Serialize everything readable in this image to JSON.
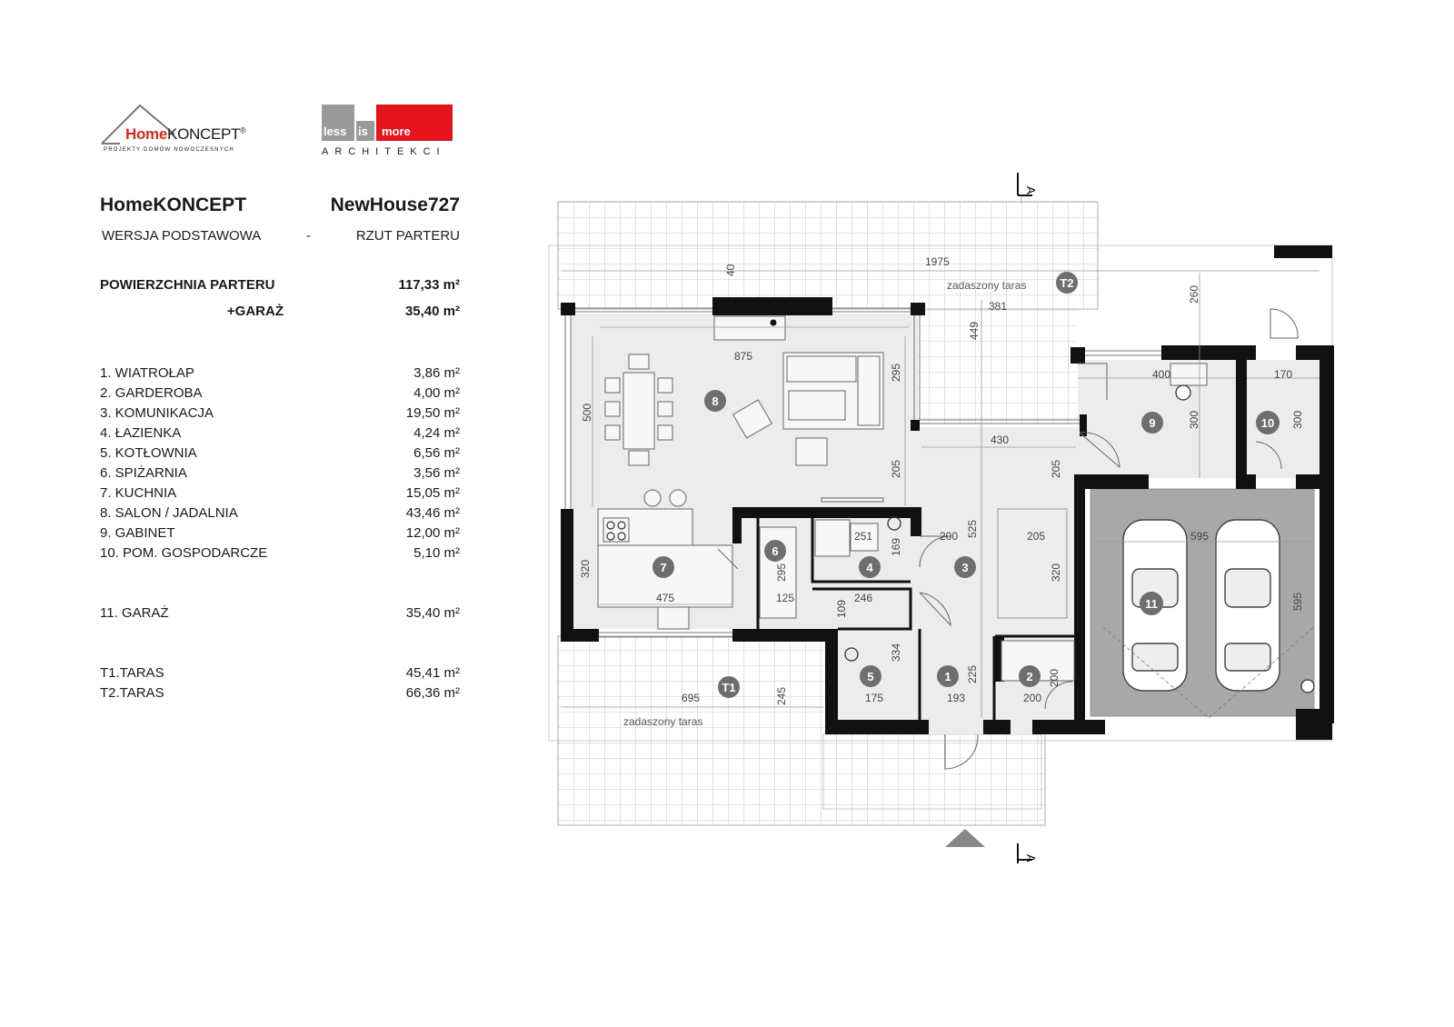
{
  "logos": {
    "homekoncept": {
      "brand_home": "Home",
      "brand_rest": "KONCEPT",
      "reg": "®",
      "tagline": "PROJEKTY DOMÓW NOWOCZESNYCH"
    },
    "lessismore": {
      "w1": "less",
      "w2": "is",
      "w3": "more",
      "sub": "ARCHITEKCI"
    }
  },
  "header": {
    "company": "HomeKONCEPT",
    "project": "NewHouse727",
    "version": "WERSJA  PODSTAWOWA",
    "dash": "-",
    "view": "RZUT PARTERU"
  },
  "surface": {
    "ground_label": "POWIERZCHNIA PARTERU",
    "ground_value": "117,33 m²",
    "garage_label": "+GARAŻ",
    "garage_value": "35,40 m²"
  },
  "rooms": [
    {
      "label": "1.   WIATROŁAP",
      "area": "3,86 m²"
    },
    {
      "label": "2.   GARDEROBA",
      "area": "4,00 m²"
    },
    {
      "label": "3.  KOMUNIKACJA",
      "area": "19,50 m²"
    },
    {
      "label": "4.  ŁAZIENKA",
      "area": "4,24 m²"
    },
    {
      "label": "5.  KOTŁOWNIA",
      "area": "6,56 m²"
    },
    {
      "label": "6.  SPIŻARNIA",
      "area": "3,56 m²"
    },
    {
      "label": "7.  KUCHNIA",
      "area": "15,05 m²"
    },
    {
      "label": "8.  SALON / JADALNIA",
      "area": "43,46 m²"
    },
    {
      "label": "9.  GABINET",
      "area": "12,00 m²"
    },
    {
      "label": "10. POM. GOSPODARCZE",
      "area": "5,10 m²"
    }
  ],
  "garage": {
    "label": "11. GARAŻ",
    "area": "35,40 m²"
  },
  "terraces": [
    {
      "label": "T1.TARAS",
      "area": "45,41 m²"
    },
    {
      "label": "T2.TARAS",
      "area": "66,36 m²"
    }
  ],
  "plan": {
    "section_marker": "A",
    "terrace_note": "zadaszony taras",
    "terrace_tags": [
      "T1",
      "T2"
    ],
    "room_numbers": [
      "1",
      "2",
      "3",
      "4",
      "5",
      "6",
      "7",
      "8",
      "9",
      "10",
      "11"
    ],
    "dims": {
      "d1975": "1975",
      "d40": "40",
      "d381": "381",
      "d449": "449",
      "d260": "260",
      "d875": "875",
      "d295a": "295",
      "d500": "500",
      "d205a": "205",
      "d205b": "205",
      "d430": "430",
      "d400": "400",
      "d300a": "300",
      "d170": "170",
      "d300b": "300",
      "d251": "251",
      "d169": "169",
      "d200a": "200",
      "d525": "525",
      "d205c": "205",
      "d320a": "320",
      "d595a": "595",
      "d320b": "320",
      "d295b": "295",
      "d125": "125",
      "d475": "475",
      "d246": "246",
      "d109": "109",
      "d334": "334",
      "d595b": "595",
      "d225": "225",
      "d200b": "200",
      "d245": "245",
      "d695": "695",
      "d175": "175",
      "d193": "193",
      "d200c": "200"
    }
  },
  "colors": {
    "wall": "#111111",
    "interior": "#ececec",
    "garage_floor": "#a8a8a8",
    "grid_line": "#b8b8b8",
    "accent_red": "#e3141c",
    "badge": "#6e6e6e"
  }
}
